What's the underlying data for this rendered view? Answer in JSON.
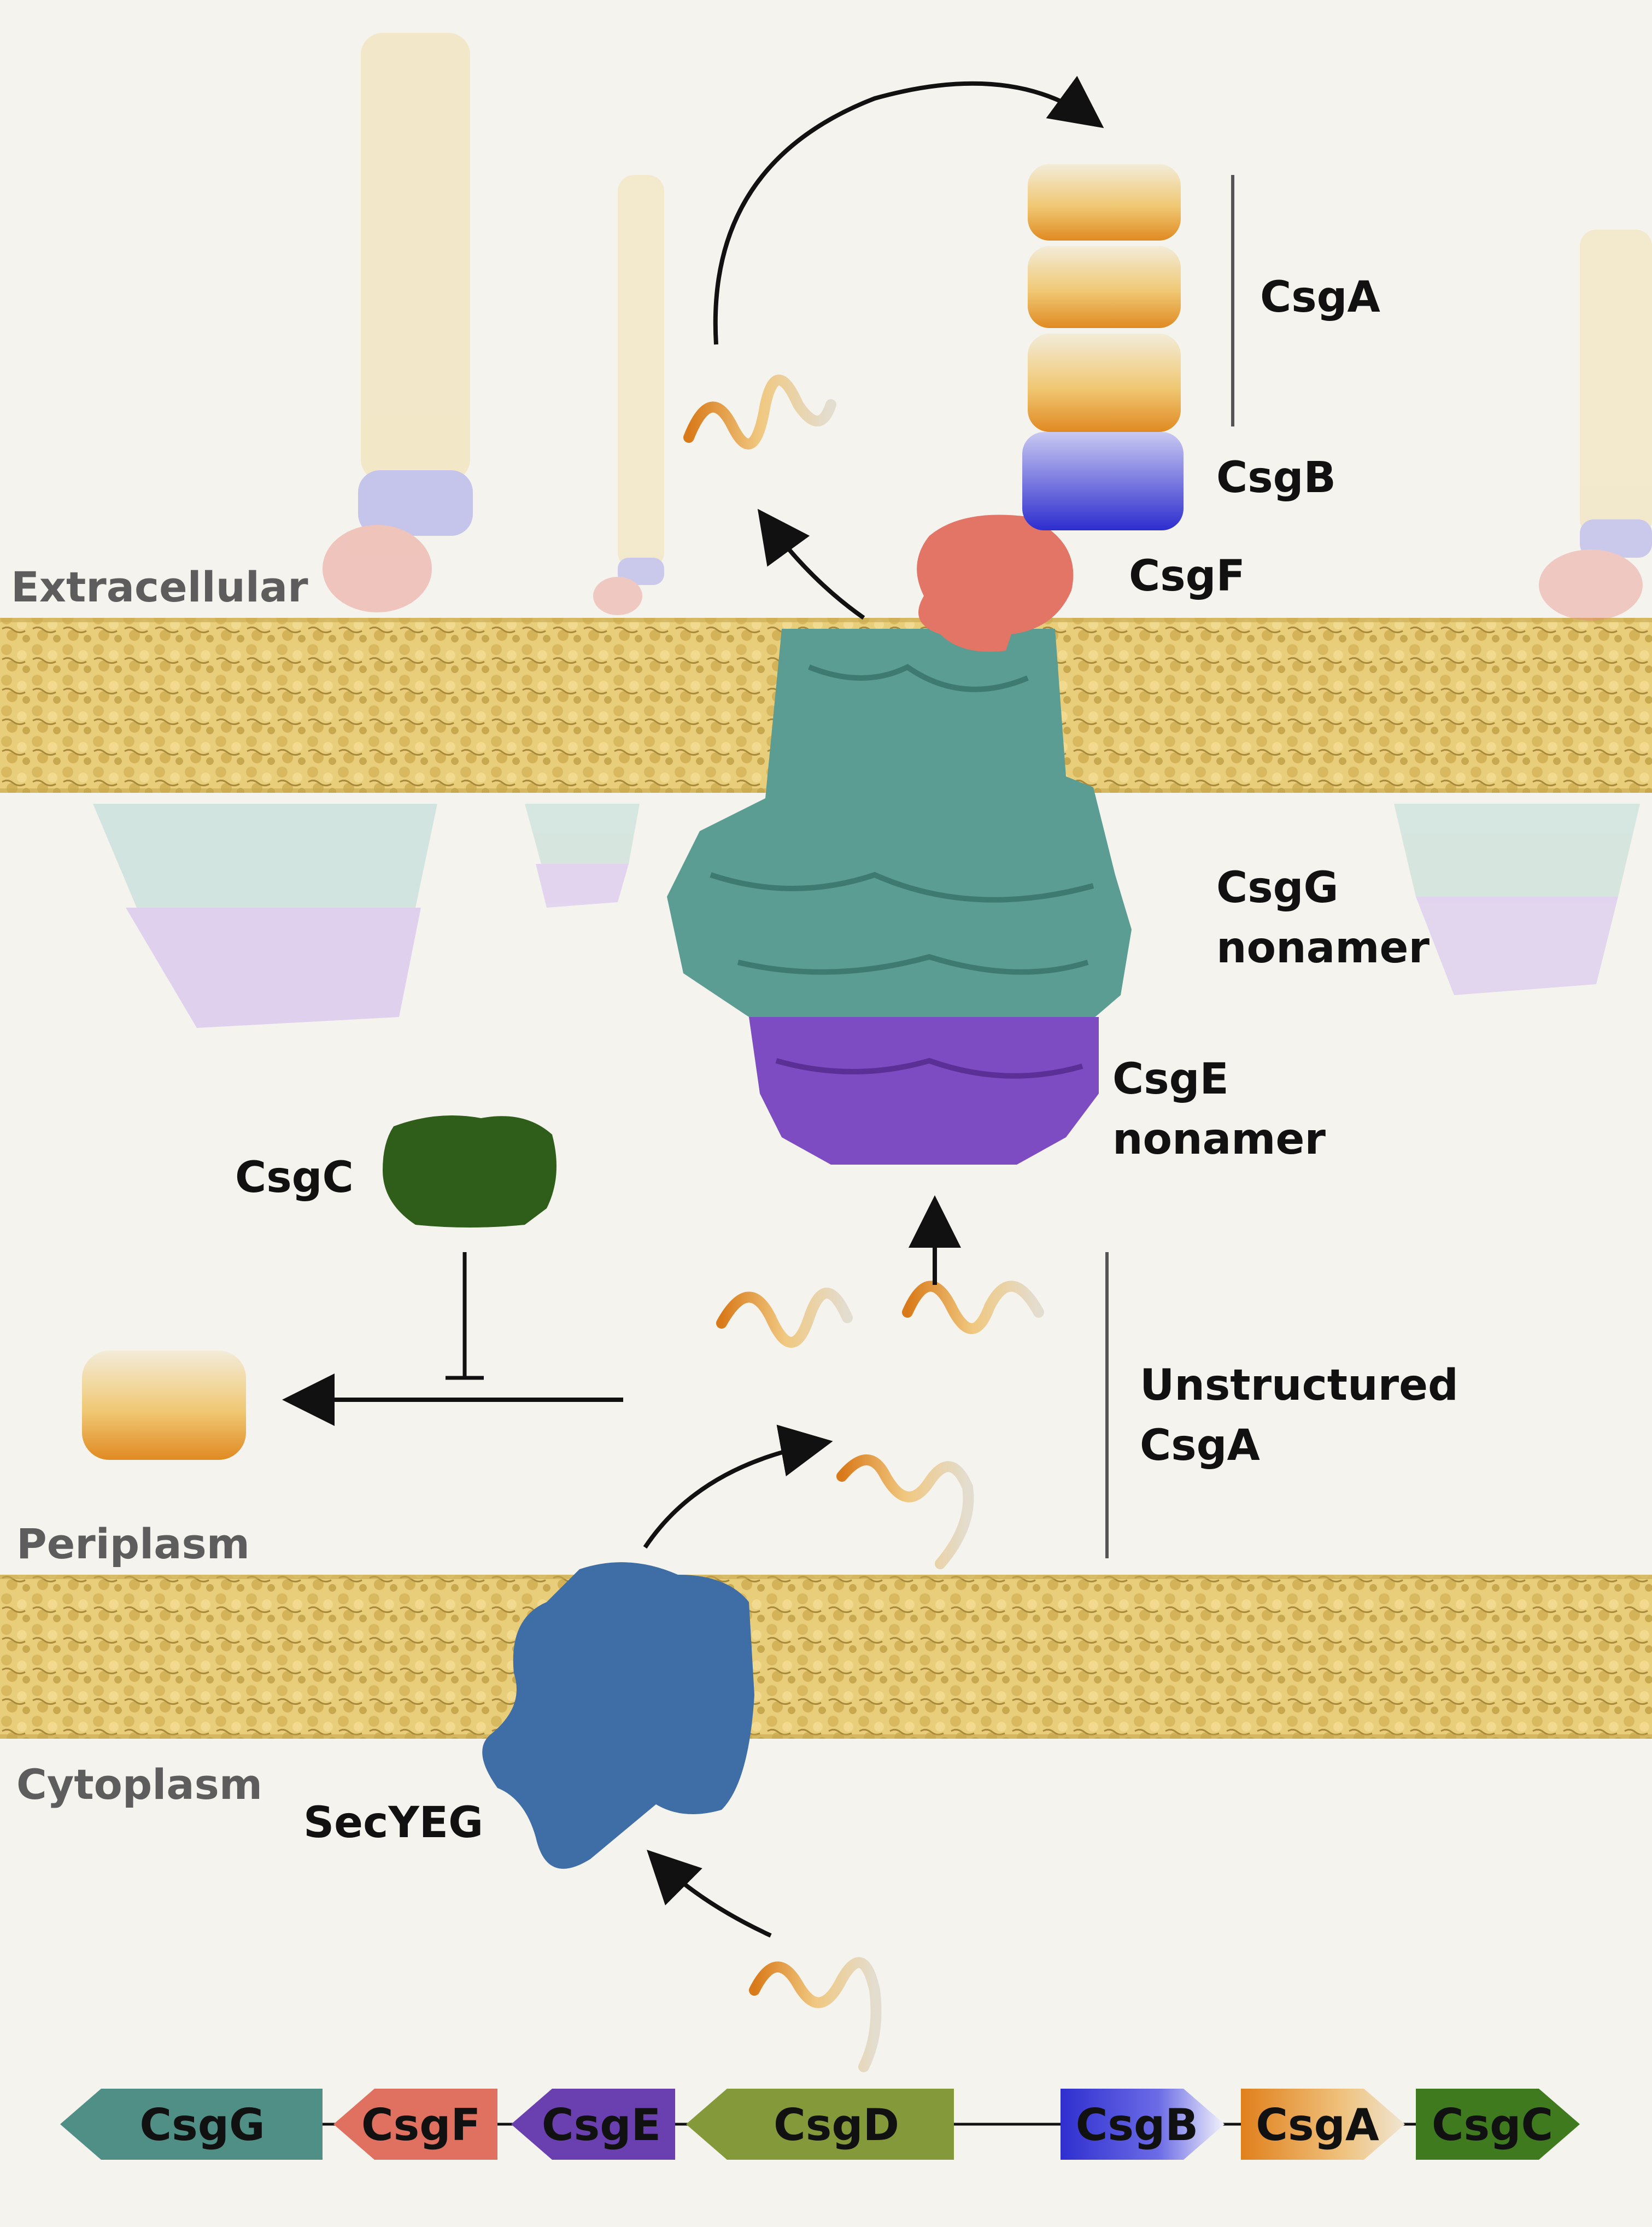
{
  "compartments": {
    "extracellular": "Extracellular",
    "periplasm": "Periplasm",
    "cytoplasm": "Cytoplasm"
  },
  "labels": {
    "csga": "CsgA",
    "csgb": "CsgB",
    "csgf": "CsgF",
    "csgg_line1": "CsgG",
    "csgg_line2": "nonamer",
    "csge_line1": "CsgE",
    "csge_line2": "nonamer",
    "csgc": "CsgC",
    "unstructured_line1": "Unstructured",
    "unstructured_line2": "CsgA",
    "secyeg": "SecYEG"
  },
  "operon": [
    {
      "name": "CsgG",
      "color": "#4f8f85",
      "direction": "left"
    },
    {
      "name": "CsgF",
      "color": "#e07060",
      "direction": "left"
    },
    {
      "name": "CsgE",
      "color": "#6a3fb0",
      "direction": "left"
    },
    {
      "name": "CsgD",
      "color": "#84993a",
      "direction": "left"
    },
    {
      "name": "CsgB",
      "color": "#3b3ad8",
      "direction": "right"
    },
    {
      "name": "CsgA",
      "color": "#e08a2a",
      "direction": "right"
    },
    {
      "name": "CsgC",
      "color": "#3f7a1e",
      "direction": "right"
    }
  ],
  "colors": {
    "membrane": "#e8cd7a",
    "membrane_dark": "#b89a45",
    "csgg": "#5b9d92",
    "csge": "#7d4cc2",
    "csgf": "#e27565",
    "csgb": "#4b4be0",
    "csga": "#e6a548",
    "csgc": "#2f5e1a",
    "secyeg": "#3f6ea6",
    "background": "#f5f3ee"
  }
}
